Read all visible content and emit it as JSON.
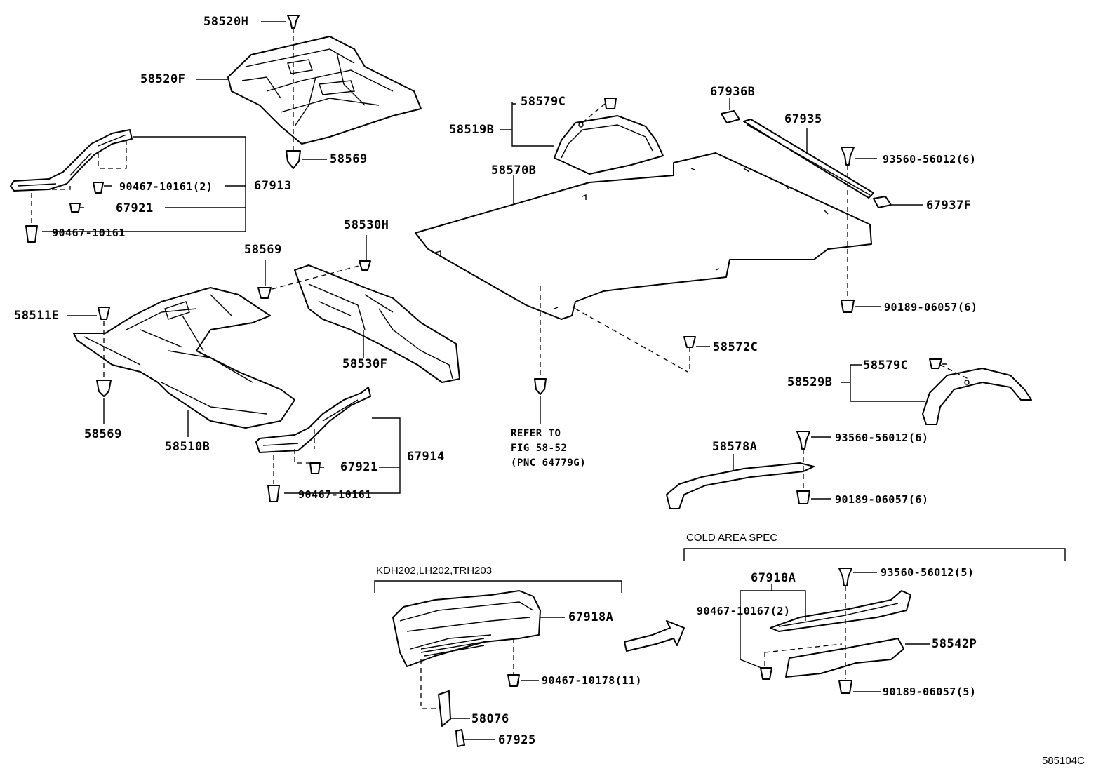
{
  "parts": {
    "p58520H": "58520H",
    "p58520F": "58520F",
    "p58569_top": "58569",
    "p67913": "67913",
    "p90467_10161_2": "90467-10161(2)",
    "p67921_top": "67921",
    "p90467_10161_top": "90467-10161",
    "p58530H": "58530H",
    "p58569_mid": "58569",
    "p58511E": "58511E",
    "p58530F": "58530F",
    "p58569_low": "58569",
    "p58510B": "58510B",
    "p67921_low": "67921",
    "p67914": "67914",
    "p90467_10161_low": "90467-10161",
    "p58579C_top": "58579C",
    "p58519B": "58519B",
    "p58570B": "58570B",
    "p67936B": "67936B",
    "p67935": "67935",
    "p93560_56012_6a": "93560-56012(6)",
    "p67937F": "67937F",
    "p90189_06057_6a": "90189-06057(6)",
    "p58572C": "58572C",
    "p58579C_right": "58579C",
    "p58529B": "58529B",
    "p93560_56012_6b": "93560-56012(6)",
    "p58578A": "58578A",
    "p90189_06057_6b": "90189-06057(6)",
    "p67918A_left": "67918A",
    "p90467_10178_11": "90467-10178(11)",
    "p58076": "58076",
    "p67925": "67925",
    "p67918A_right": "67918A",
    "p93560_56012_5": "93560-56012(5)",
    "p90467_10167_2": "90467-10167(2)",
    "p58542P": "58542P",
    "p90189_06057_5": "90189-06057(5)"
  },
  "refer": {
    "line1": "REFER TO",
    "line2": "FIG 58-52",
    "line3": "(PNC 64779G)"
  },
  "groups": {
    "kdh": "KDH202,LH202,TRH203",
    "cold": "COLD AREA SPEC"
  },
  "diagram_id": "585104C"
}
